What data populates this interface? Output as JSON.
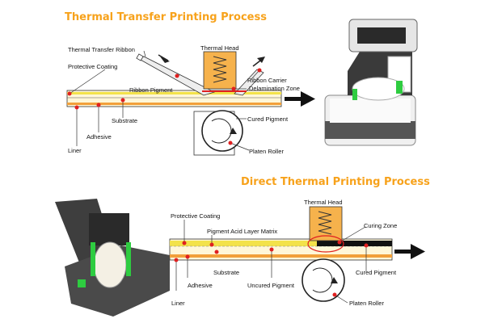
{
  "top": {
    "title": "Thermal Transfer Printing Process",
    "labels": {
      "ribbon": "Thermal Transfer Ribbon",
      "thermal_head": "Thermal Head",
      "protective_coating": "Protective Coating",
      "ribbon_carrier": "Ribbon Carrier",
      "ribbon_pigment": "Ribbon Pigment",
      "delamination_zone": "Delamination Zone",
      "substrate": "Substrate",
      "cured_pigment": "Cured Pigment",
      "adhesive": "Adhesive",
      "platen_roller": "Platen Roller",
      "liner": "Liner"
    }
  },
  "bottom": {
    "title": "Direct Thermal Printing Process",
    "labels": {
      "thermal_head": "Thermal Head",
      "protective_coating": "Protective Coating",
      "curing_zone": "Curing Zone",
      "pigment_matrix": "Pigment Acid Layer Matrix",
      "substrate": "Substrate",
      "cured_pigment": "Cured Pigment",
      "adhesive": "Adhesive",
      "uncured_pigment": "Uncured Pigment",
      "liner": "Liner",
      "platen_roller": "Platen Roller"
    }
  },
  "colors": {
    "title": "#f7a21b",
    "head_fill": "#f6b24c",
    "marker": "#e02020",
    "layer_yellow": "#f3e24a",
    "layer_orange": "#f2a03a",
    "layer_tan": "#f6e7b4"
  },
  "icons": [
    "printer-open-icon",
    "printer-closed-icon",
    "arrow-right-icon",
    "spring-icon",
    "roller-icon"
  ]
}
